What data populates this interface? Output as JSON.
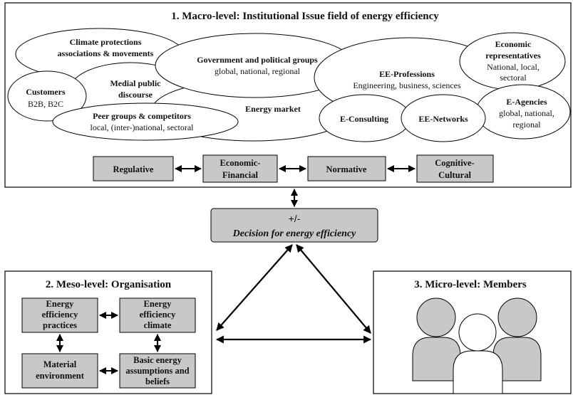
{
  "macro": {
    "title": "1. Macro-level: Institutional Issue field of energy efficiency",
    "actors": {
      "climate": {
        "line1": "Climate protections",
        "line2": "associations & movements"
      },
      "government": {
        "title": "Government and political groups",
        "sub": "global, national, regional"
      },
      "economic_reps": {
        "line1": "Economic",
        "line2": "representatives",
        "line3": "National, local,",
        "line4": "sectoral"
      },
      "medial": {
        "line1": "Medial public",
        "line2": "discourse"
      },
      "customers": {
        "title": "Customers",
        "sub": "B2B, B2C"
      },
      "ee_professions": {
        "title": "EE-Professions",
        "sub": "Engineering, business, sciences"
      },
      "energy_market": {
        "title": "Energy market"
      },
      "peer_groups": {
        "title": "Peer groups  & competitors",
        "sub": "local, (inter-)national, sectoral"
      },
      "e_consulting": {
        "title": "E-Consulting"
      },
      "ee_networks": {
        "title": "EE-Networks"
      },
      "e_agencies": {
        "line1": "E-Agencies",
        "line2": "global, national,",
        "line3": "regional"
      }
    },
    "pillars": {
      "regulative": "Regulative",
      "economic_line1": "Economic-",
      "economic_line2": "Financial",
      "normative": "Normative",
      "cognitive_line1": "Cognitive-",
      "cognitive_line2": "Cultural"
    }
  },
  "decision": {
    "sign": "+/-",
    "label": "Decision for energy efficiency"
  },
  "meso": {
    "title": "2. Meso-level: Organisation",
    "practices": {
      "line1": "Energy",
      "line2": "efficiency",
      "line3": "practices"
    },
    "climate": {
      "line1": "Energy",
      "line2": "efficiency",
      "line3": "climate"
    },
    "material": {
      "line1": "Material",
      "line2": "environment"
    },
    "assumptions": {
      "line1": "Basic energy",
      "line2": "assumptions and",
      "line3": "beliefs"
    }
  },
  "micro": {
    "title": "3. Micro-level: Members"
  },
  "colors": {
    "box_fill": "#c8c8c8",
    "person_fill": "#c8c8c8",
    "stroke": "#000000"
  }
}
